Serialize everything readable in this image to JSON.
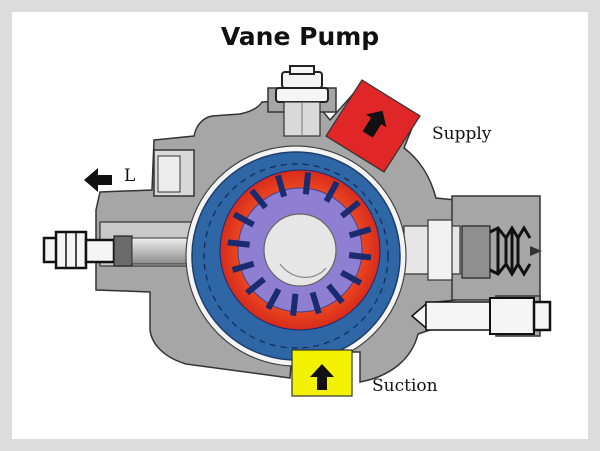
{
  "title": "Vane Pump",
  "labels": {
    "supply": "Supply",
    "suction": "Suction",
    "l_port": "L"
  },
  "colors": {
    "background": "#dcdcdc",
    "housing": "#a6a6a6",
    "housing_outline": "#333333",
    "cam_ring": "#2f66a6",
    "rotor": "#8e7fd3",
    "vanes": "#1c2a6e",
    "pressure_chamber": "#e53b1e",
    "supply_block": "#e02626",
    "suction_block": "#f2f200",
    "shaft": "#e6e6e6"
  },
  "icons": {
    "supply_arrow": "arrow-up-right-icon",
    "suction_arrow": "arrow-up-icon",
    "l_arrow": "arrow-left-icon"
  }
}
